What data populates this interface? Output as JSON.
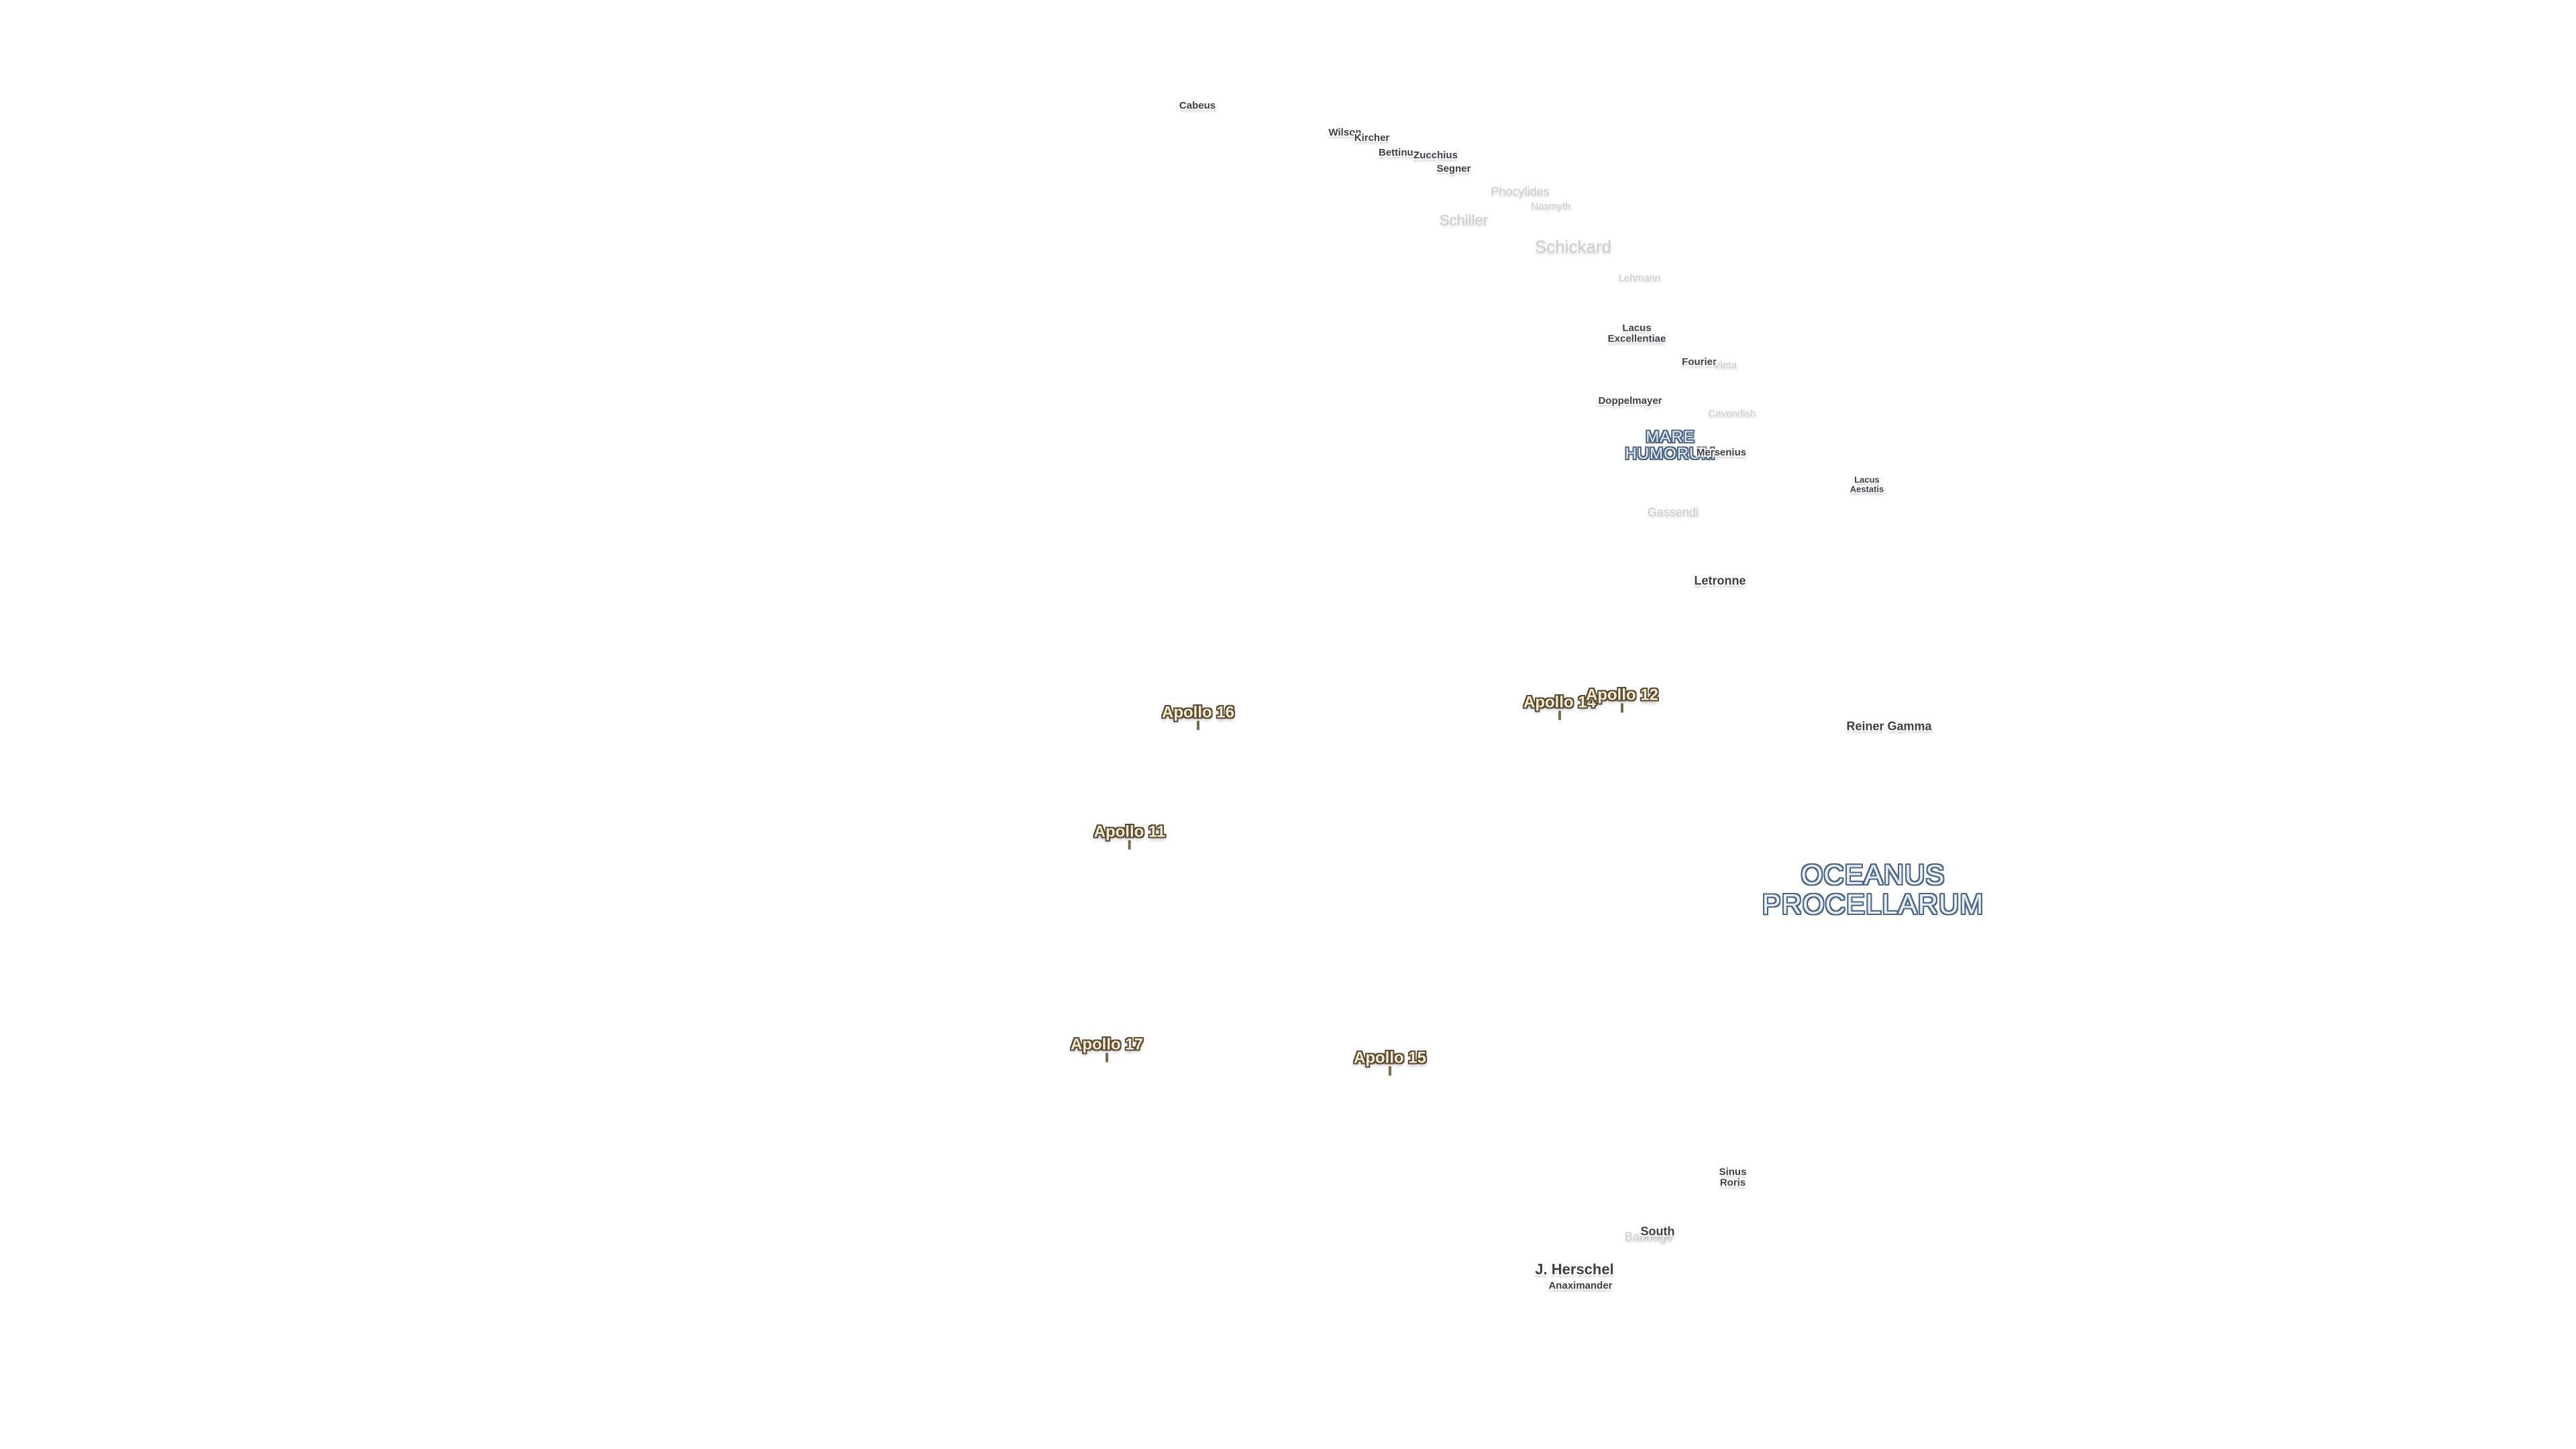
{
  "map": {
    "craters": {
      "cabeus": "Cabeus",
      "wilson": "Wilson",
      "kircher": "Kircher",
      "bettinus": "Bettinus",
      "zucchius": "Zucchius",
      "segner": "Segner",
      "phocylides": "Phocylides",
      "nasmyth": "Nasmyth",
      "schiller": "Schiller",
      "schickard": "Schickard",
      "lehmann": "Lehmann",
      "fourier": "Fourier",
      "vieta": "Vieta",
      "doppelmayer": "Doppelmayer",
      "cavendish": "Cavendish",
      "mersenius": "Mersenius",
      "gassendi": "Gassendi",
      "letronne": "Letronne",
      "reiner_gamma": "Reiner Gamma",
      "j_herschel": "J. Herschel",
      "anaximander": "Anaximander",
      "south": "South",
      "babbage": "Babbage"
    },
    "lakes": {
      "excellentiae_1": "Lacus",
      "excellentiae_2": "Excellentiae",
      "aestatis_1": "Lacus",
      "aestatis_2": "Aestatis"
    },
    "bays": {
      "roris_1": "Sinus",
      "roris_2": "Roris"
    },
    "maria": {
      "humorum_1": "MARE",
      "humorum_2": "HUMORUM",
      "oceanus_1": "OCEANUS",
      "oceanus_2": "PROCELLARUM"
    },
    "apollo": {
      "a11": "Apollo 11",
      "a12": "Apollo 12",
      "a14": "Apollo 14",
      "a15": "Apollo 15",
      "a16": "Apollo 16",
      "a17": "Apollo 17"
    }
  }
}
